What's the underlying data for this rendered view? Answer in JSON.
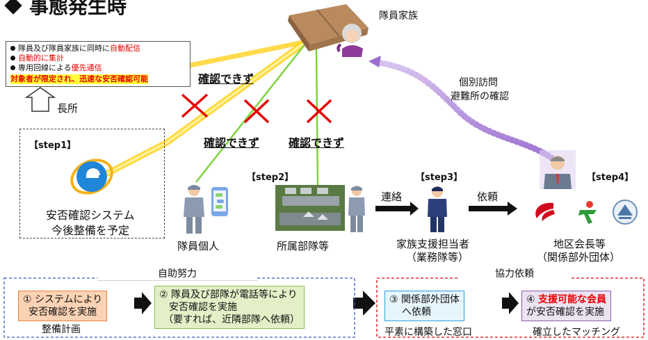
{
  "title": "事態発生時",
  "family_label": "隊員家族",
  "note": {
    "line1_prefix": "隊員及び隊員家族に同時に",
    "line1_red": "自動配信",
    "line2_red": "自動的に集計",
    "line3_prefix": "専用回線による",
    "line3_red": "優先通信",
    "highlight": "対象者が限定され、迅速な安否確認可能"
  },
  "merit_label": "長所",
  "unconfirmed_1": "確認できず",
  "unconfirmed_2": "確認できず",
  "unconfirmed_3": "確認できず",
  "visit_line1": "個別訪問",
  "visit_line2": "避難所の確認",
  "step1": "【step1】",
  "step2": "【step2】",
  "step3": "【step3】",
  "step4": "【step4】",
  "system_line1": "安否確認システム",
  "system_line2": "今後整備を予定",
  "member_label": "隊員個人",
  "unit_label": "所属部隊等",
  "contact_label": "連絡",
  "request_label": "依頼",
  "support_line1": "家族支援担当者",
  "support_line2": "（業務隊等）",
  "chief_line1": "地区会長等",
  "chief_line2": "（関係部外団体）",
  "self_effort": "自助努力",
  "cooperation": "協力依頼",
  "box1_line1": "① システムにより",
  "box1_line2": "安否確認を実施",
  "box1_caption": "整備計画",
  "box2_line1": "② 隊員及び部隊が電話等により",
  "box2_line2": "安否確認を実施",
  "box2_line3": "（要すれば、近隣部隊へ依頼）",
  "box3_line1": "③ 関係部外団体",
  "box3_line2": "へ依頼",
  "box3_caption": "平素に構築した窓口",
  "box4_prefix": "④",
  "box4_red": "支援可能な会員",
  "box4_line2": "が安否確認を実施",
  "box4_caption": "確立したマッチング",
  "colors": {
    "alert_red": "#e60000",
    "highlight_yellow": "#ffff3a",
    "box1_fill": "#fbd3b4",
    "box2_fill": "#e3efc7",
    "box3_fill": "#e6f4fb",
    "box4_fill": "#ebe3f1",
    "path_purple": "#b28ad9",
    "path_green": "#7fd23c",
    "path_yellow": "#ffd21f"
  },
  "icons": [
    "internet-explorer-icon",
    "cardboard-box-icon",
    "grandmother-icon",
    "soldier-icon",
    "smartphone-icon",
    "base-aerial-photo",
    "staff-officer-icon",
    "district-chief-icon",
    "logo-red-swoosh",
    "logo-green-figure",
    "logo-round-emblem"
  ]
}
